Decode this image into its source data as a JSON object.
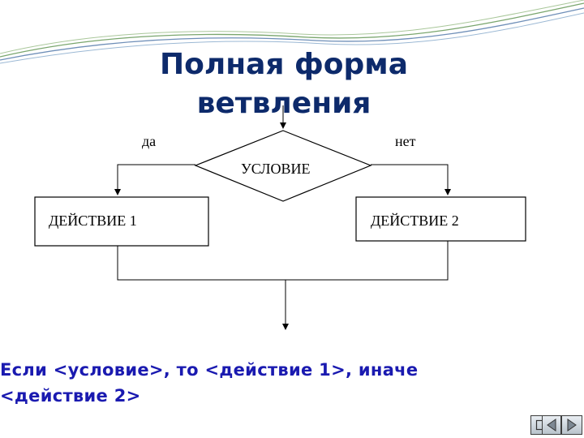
{
  "slide": {
    "title_line1": "Полная форма",
    "title_line2": "ветвления"
  },
  "diagram": {
    "condition": "УСЛОВИЕ",
    "yes_label": "да",
    "no_label": "нет",
    "action1": "ДЕЙСТВИЕ 1",
    "action2": "ДЕЙСТВИЕ 2"
  },
  "rule": {
    "line1": "Если <условие>, то  <действие 1>, иначе",
    "line2": "<действие 2>"
  },
  "nav": {
    "buttons": [
      "home-button",
      "back-button",
      "forward-button"
    ]
  },
  "colors": {
    "title": "#0d2a6b",
    "rule_text": "#1a1ab0",
    "decor_green": "#7aa66e",
    "decor_blue": "#6f8fb8"
  }
}
